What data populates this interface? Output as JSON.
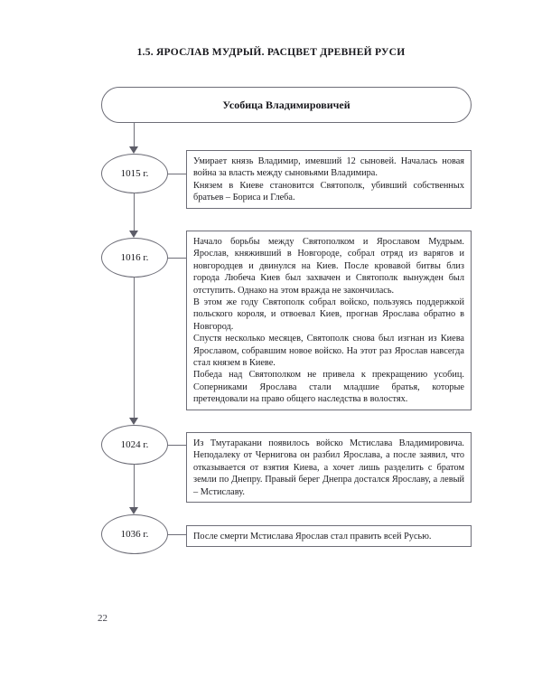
{
  "page": {
    "title": "1.5. ЯРОСЛАВ МУДРЫЙ. РАСЦВЕТ ДРЕВНЕЙ РУСИ",
    "number": "22",
    "background_color": "#ffffff",
    "line_color": "#6e6e78",
    "text_color": "#1b1b20"
  },
  "diagram": {
    "header": {
      "label": "Усобица Владимировичей"
    },
    "entries": [
      {
        "date": "1015 г.",
        "paragraphs": [
          "Умирает князь Владимир, имевший 12 сыновей. Началась новая война за власть между сыновьями Владимира.",
          "Князем в Киеве становится Святополк, убивший собственных братьев – Бориса и Глеба."
        ]
      },
      {
        "date": "1016 г.",
        "paragraphs": [
          "Начало борьбы между Святополком и Ярославом Мудрым. Ярослав, княживший в Новгороде, собрал отряд из варягов и новгородцев и двинулся на Киев. После кровавой битвы близ города Любеча Киев был захвачен и Святополк вынужден был отступить. Однако на этом вражда не закончилась.",
          "В этом же году Святополк собрал войско, пользуясь поддержкой польского короля, и отвоевал Киев, прогнав Ярослава обратно в Новгород.",
          "Спустя несколько месяцев, Святополк снова был изгнан из Киева Ярославом, собравшим новое войско. На этот раз Ярослав навсегда стал князем в Киеве.",
          "Победа над Святополком не привела к прекращению усобиц. Соперниками Ярослава стали младшие братья, которые претендовали на право общего наследства в волостях."
        ]
      },
      {
        "date": "1024 г.",
        "paragraphs": [
          "Из Тмутаракани появилось войско Мстислава Владимировича. Неподалеку от Чернигова он разбил Ярослава, а после заявил, что отказывается от взятия Киева, а хочет лишь разделить с братом земли по Днепру. Правый берег Днепра достался Ярославу, а левый – Мстиславу."
        ]
      },
      {
        "date": "1036 г.",
        "paragraphs": [
          "После смерти Мстислава Ярослав стал править всей Русью."
        ]
      }
    ]
  }
}
